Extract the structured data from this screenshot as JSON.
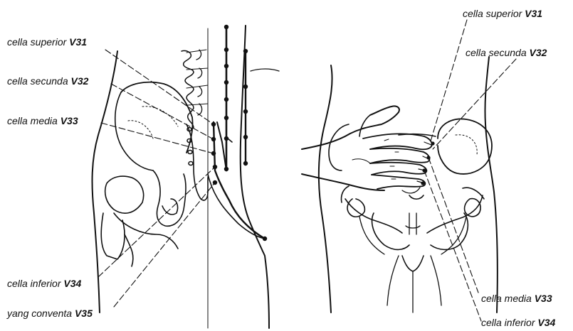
{
  "figure": {
    "left_panel": {
      "labels": [
        {
          "id": "l1",
          "name": "cella superior",
          "code": "V31"
        },
        {
          "id": "l2",
          "name": "cella secunda",
          "code": "V32"
        },
        {
          "id": "l3",
          "name": "cella media",
          "code": "V33"
        },
        {
          "id": "l4",
          "name": "cella inferior",
          "code": "V34"
        },
        {
          "id": "l5",
          "name": "yang conventa",
          "code": "V35"
        }
      ]
    },
    "right_panel": {
      "labels": [
        {
          "id": "r1",
          "name": "cella superior",
          "code": "V31"
        },
        {
          "id": "r2",
          "name": "cella secunda",
          "code": "V32"
        },
        {
          "id": "r3",
          "name": "cella media",
          "code": "V33"
        },
        {
          "id": "r4",
          "name": "cella inferior",
          "code": "V34"
        }
      ]
    }
  },
  "colors": {
    "ink": "#111111",
    "background": "#ffffff"
  }
}
